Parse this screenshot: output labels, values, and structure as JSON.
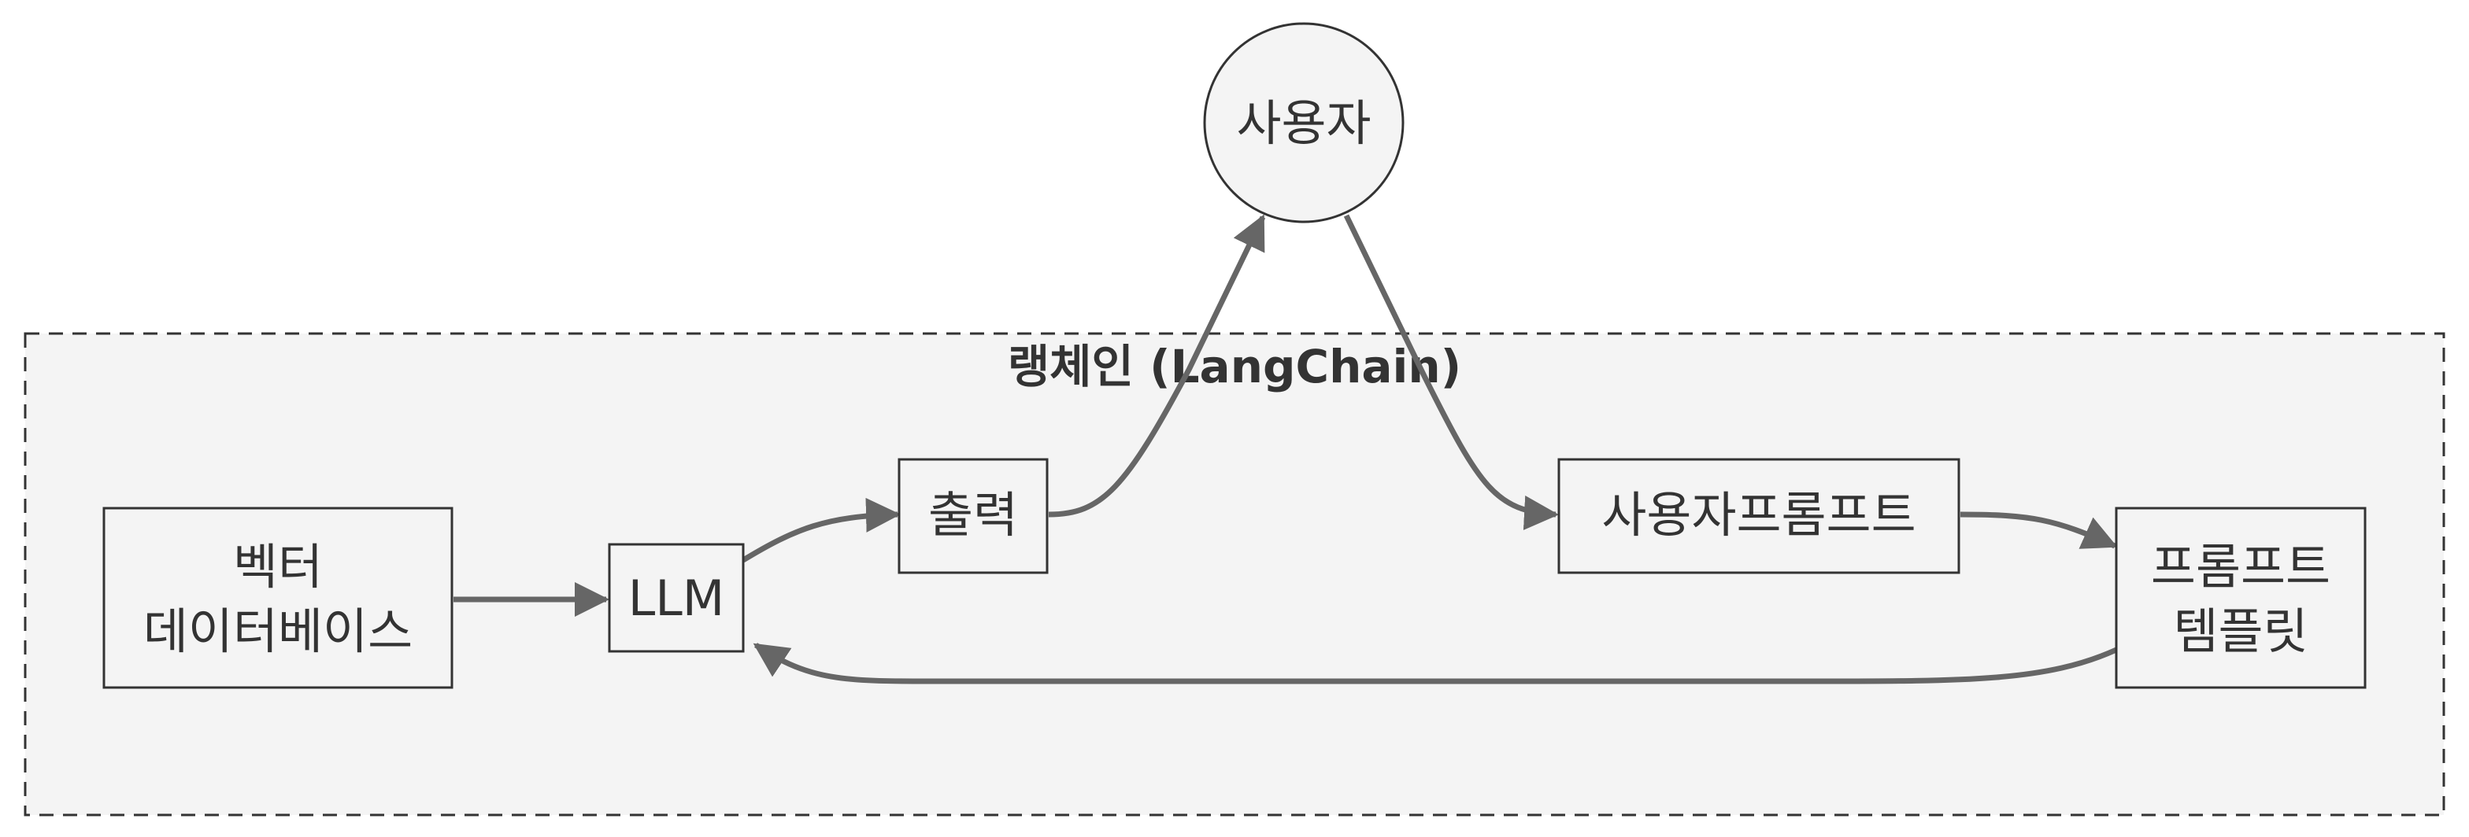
{
  "cluster": {
    "label": "랭체인 (LangChain)"
  },
  "nodes": {
    "user": {
      "label": "사용자"
    },
    "vector_db": {
      "line1": "벡터",
      "line2": "데이터베이스"
    },
    "llm": {
      "label": "LLM"
    },
    "output": {
      "label": "출력"
    },
    "user_prompt": {
      "label": "사용자프롬프트"
    },
    "prompt_template": {
      "line1": "프롬프트",
      "line2": "템플릿"
    }
  },
  "colors": {
    "node_fill": "#f4f4f4",
    "node_stroke": "#333333",
    "edge": "#666666",
    "cluster_fill": "#f4f4f4",
    "cluster_stroke": "#333333"
  }
}
